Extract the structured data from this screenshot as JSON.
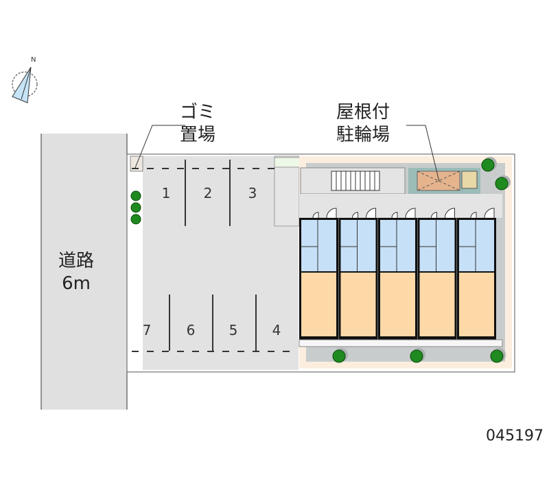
{
  "labels": {
    "garbage": [
      "ゴミ",
      "置場"
    ],
    "bicycle": [
      "屋根付",
      "駐輪場"
    ],
    "road": [
      "道路",
      "6m"
    ],
    "property_id": "045197",
    "north": "N"
  },
  "parking_spaces": [
    "1",
    "2",
    "3",
    "4",
    "5",
    "6",
    "7"
  ],
  "units_count": 5,
  "colors": {
    "road": "#e0e0e0",
    "site": "#fbeedf",
    "unit_room": "#fdd9a8",
    "unit_wet": "#c6e0f7",
    "tree": "#1f8a1f",
    "shed": "#9bbcb8"
  }
}
